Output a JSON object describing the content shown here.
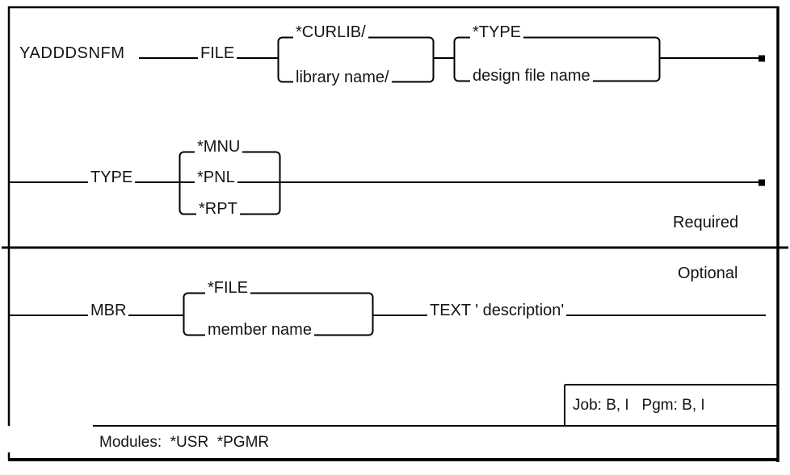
{
  "diagram": {
    "command": "YADDDSNFM",
    "file_param": {
      "keyword": "FILE",
      "library_branch": {
        "default": "*CURLIB/",
        "alternate": "library name/"
      },
      "name_branch": {
        "default": "*TYPE",
        "alternate": "design file name"
      }
    },
    "type_param": {
      "keyword": "TYPE",
      "options": [
        "*MNU",
        "*PNL",
        "*RPT"
      ]
    },
    "mbr_param": {
      "keyword": "MBR",
      "options": [
        "*FILE",
        "member name"
      ]
    },
    "text_param": {
      "label": "TEXT ' description'"
    },
    "section_labels": {
      "required": "Required",
      "optional": "Optional"
    },
    "footer": {
      "job_pgm": "Job: B, I   Pgm: B, I",
      "modules": "Modules:  *USR  *PGMR"
    },
    "colors": {
      "line": "#000000",
      "text": "#141414",
      "background": "#ffffff"
    }
  }
}
